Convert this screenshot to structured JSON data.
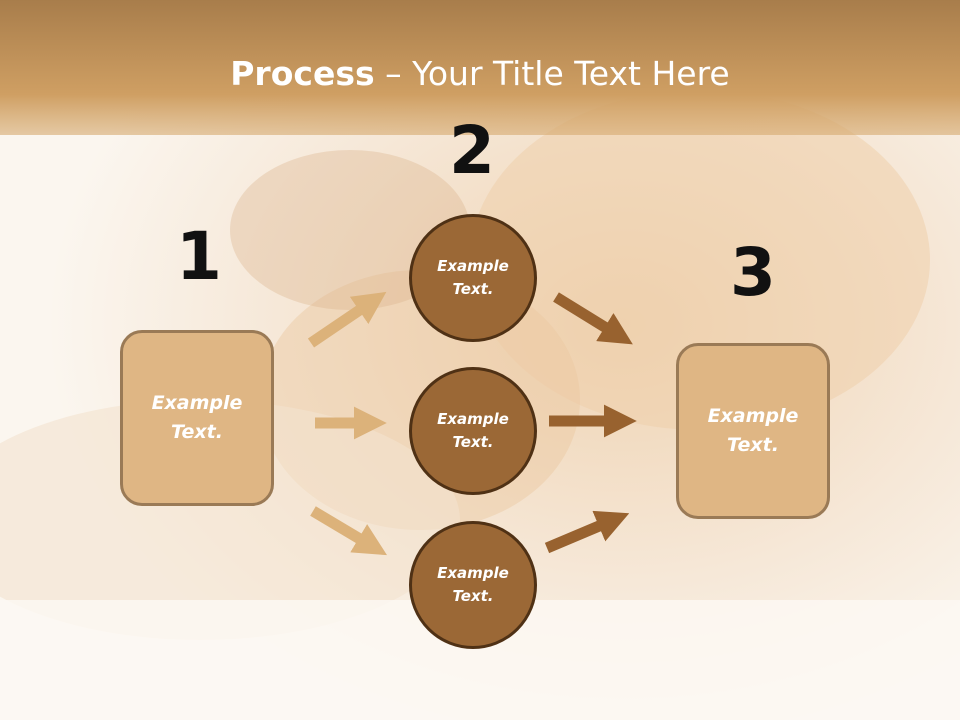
{
  "title": {
    "bold": "Process",
    "rest": " – Your Title Text Here"
  },
  "steps": {
    "one": "1",
    "two": "2",
    "three": "3"
  },
  "boxes": {
    "left": "Example\nText.",
    "right": "Example\nText."
  },
  "circles": {
    "top": "Example\nText.",
    "middle": "Example\nText.",
    "bottom": "Example\nText."
  },
  "colors": {
    "banner": "#c99b5f",
    "box_fill": "#dfb684",
    "circle_fill": "#9b6836",
    "arrow_light": "#dcb27a",
    "arrow_dark": "#98622f"
  }
}
